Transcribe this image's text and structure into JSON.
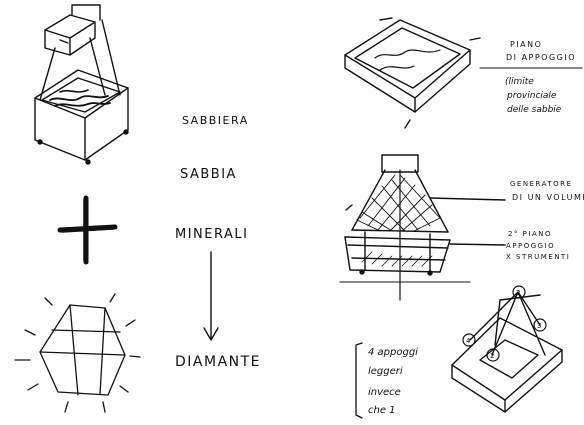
{
  "left_labels": {
    "sabbiera": "SABBIERA",
    "sabbia": "SABBIA",
    "minerali": "MINERALI",
    "diamante": "DIAMANTE"
  },
  "right_notes": {
    "piano_line1": "PIANO",
    "piano_line2": "DI APPOGGIO",
    "limite_line1": "(limite",
    "limite_line2": "provinciale",
    "limite_line3": "delle sabbie",
    "generatore_line1": "GENERATORE",
    "generatore_line2": "DI UN VOLUME",
    "secondo_line1": "2° PIANO",
    "secondo_line2": "APPOGGIO",
    "secondo_line3": "X STRUMENTI",
    "bottom_line1": "4 appoggi",
    "bottom_line2": "leggeri",
    "bottom_line3": "invece",
    "bottom_line4": "che 1",
    "badge_3": "3",
    "badge_4": "4",
    "badge_2": "2"
  },
  "icons": {
    "sandbox_sketch": "sandbox-box-with-projector",
    "cross_sketch": "cross-mineral",
    "diamond_sketch": "radiant-diamond",
    "tray_sketch": "sand-tray",
    "cone_sketch": "hatched-cone-volume",
    "pyramid_sketch": "pyramid-frame"
  }
}
